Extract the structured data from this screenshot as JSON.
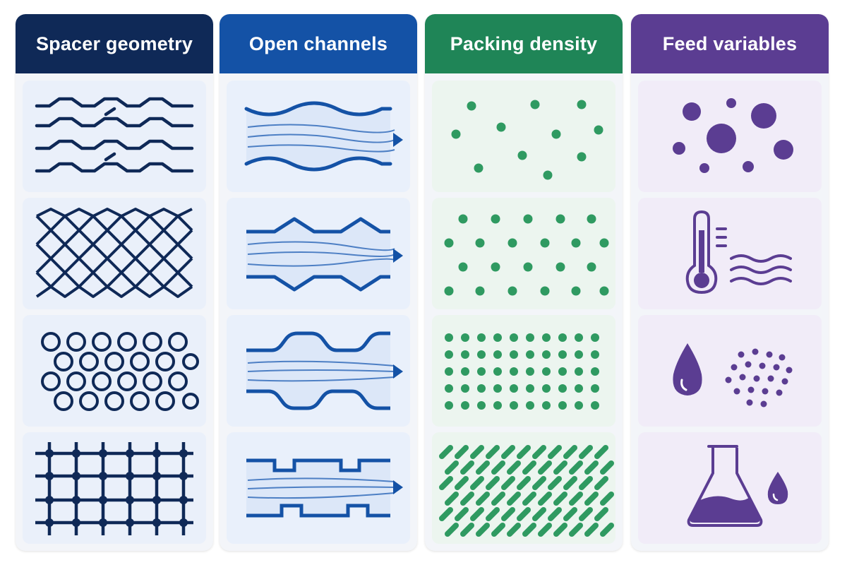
{
  "columns": [
    {
      "title": "Spacer geometry",
      "color": "#0f2957",
      "tile_bg": "#eaf0fa"
    },
    {
      "title": "Open channels",
      "color": "#1452a6",
      "tile_bg": "#e9f0fb"
    },
    {
      "title": "Packing density",
      "color": "#1f8557",
      "tile_bg": "#ecf5ef"
    },
    {
      "title": "Feed variables",
      "color": "#5b3d92",
      "tile_bg": "#f1ecf8"
    }
  ],
  "icons": {
    "spacer_geometry": [
      "wave-mesh-icon",
      "diamond-mesh-icon",
      "knit-loop-mesh-icon",
      "square-grid-mesh-icon"
    ],
    "open_channels": [
      "wavy-channel-flow-icon",
      "zigzag-channel-flow-icon",
      "rounded-channel-flow-icon",
      "square-channel-flow-icon"
    ],
    "packing_density": [
      "sparse-dots-icon",
      "medium-dots-icon",
      "dense-dots-icon",
      "very-dense-fibers-icon"
    ],
    "feed_variables": [
      "particles-icon",
      "temperature-icon",
      "droplet-solutes-icon",
      "flask-droplet-icon"
    ]
  }
}
